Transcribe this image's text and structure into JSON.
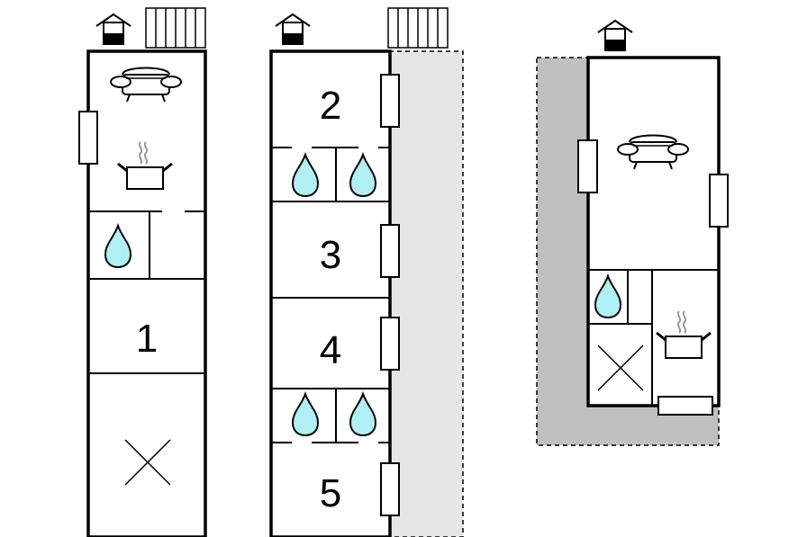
{
  "floorplan": {
    "background": "#ffffff",
    "colors": {
      "wall": "#000000",
      "water": "#aef0f5",
      "terrace": "#e6e6e6",
      "terrace_dark": "#c0c0c0"
    },
    "left_unit": {
      "icons": [
        "entrance-house-icon",
        "fence-icon",
        "sofa-icon",
        "cooking-pot-icon",
        "water-drop-icon",
        "room-cross-icon"
      ],
      "rooms": [
        {
          "label": "1"
        }
      ]
    },
    "middle_unit": {
      "icons": [
        "entrance-house-icon",
        "fence-icon",
        "water-drop-icon"
      ],
      "rooms": [
        {
          "label": "2"
        },
        {
          "label": "3"
        },
        {
          "label": "4"
        },
        {
          "label": "5"
        }
      ]
    },
    "right_unit": {
      "icons": [
        "entrance-house-icon",
        "sofa-icon",
        "cooking-pot-icon",
        "water-drop-icon",
        "room-cross-icon"
      ]
    }
  }
}
